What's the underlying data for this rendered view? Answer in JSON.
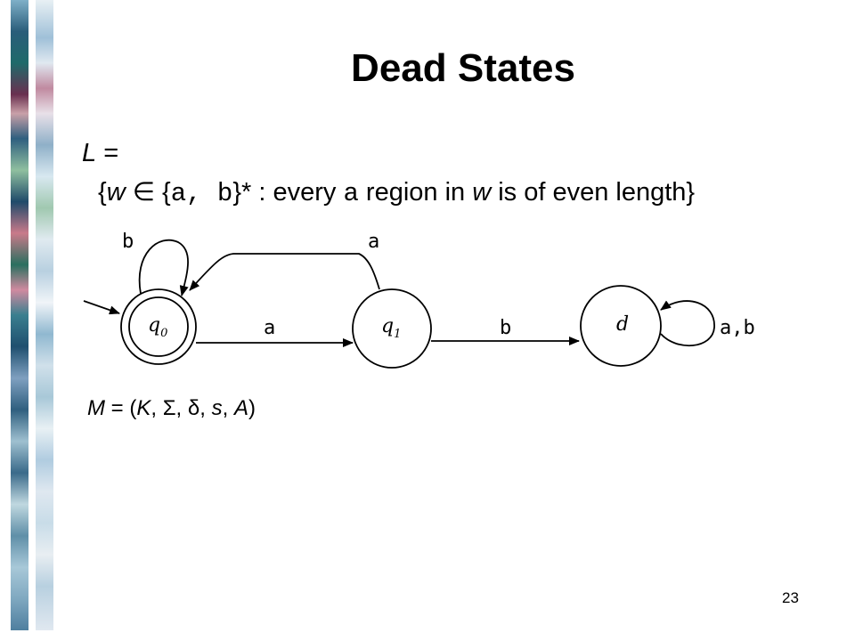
{
  "slide": {
    "title": "Dead States",
    "page_number": "23"
  },
  "language": {
    "name": "L",
    "equals": " =",
    "open_brace": "{",
    "var_w": "w",
    "member": " ∈ {",
    "sym_a": "a",
    "comma": ", ",
    "sym_b": "b",
    "kleene": "}* : every ",
    "region_sym": "a",
    "region_text": " region in ",
    "var_w2": "w",
    "tail": " is of even length}"
  },
  "machine": {
    "M": "M",
    "eq_open": " = (",
    "K": "K",
    "sep1": ", ",
    "Sigma": "Σ",
    "sep2": ", ",
    "delta": "δ",
    "sep3": ", ",
    "s": "s",
    "sep4": ", ",
    "A": "A",
    "close": ")"
  },
  "diagram": {
    "states": [
      {
        "id": "q0",
        "label": "q",
        "sub": "0",
        "accepting": true,
        "start": true
      },
      {
        "id": "q1",
        "label": "q",
        "sub": "1",
        "accepting": false,
        "start": false
      },
      {
        "id": "d",
        "label": "d",
        "sub": "",
        "accepting": false,
        "start": false
      }
    ],
    "transitions": [
      {
        "from": "q0",
        "to": "q0",
        "label": "b"
      },
      {
        "from": "q0",
        "to": "q1",
        "label": "a"
      },
      {
        "from": "q1",
        "to": "q0",
        "label": "a"
      },
      {
        "from": "q1",
        "to": "d",
        "label": "b"
      },
      {
        "from": "d",
        "to": "d",
        "label": "a,b"
      }
    ]
  }
}
